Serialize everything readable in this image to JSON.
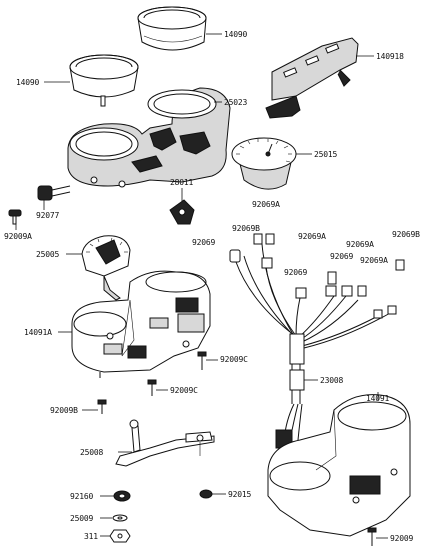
{
  "parts": {
    "p14090a": "14090",
    "p14090b": "14090",
    "p140918": "140918",
    "p25023": "25023",
    "p25015": "25015",
    "p28011": "28011",
    "p92077": "92077",
    "p92009A": "92009A",
    "p25005": "25005",
    "p92069A_1": "92069A",
    "p92069B_1": "92069B",
    "p92069A_2": "92069A",
    "p92069_1": "92069",
    "p92069A_3": "92069A",
    "p92069B_2": "92069B",
    "p92069_2": "92069",
    "p92069A_4": "92069A",
    "p92069_3": "92069",
    "p14091A": "14091A",
    "p92009C_1": "92009C",
    "p92009C_2": "92009C",
    "p23008": "23008",
    "p92009B": "92009B",
    "p14091": "14091",
    "p25008": "25008",
    "p92160": "92160",
    "p92015": "92015",
    "p25009": "25009",
    "p311": "311",
    "p92009": "92009"
  }
}
